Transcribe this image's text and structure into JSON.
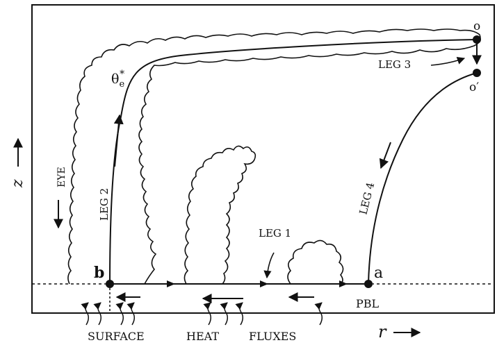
{
  "labels": {
    "point_o": "o",
    "point_o_prime": "o′",
    "point_a": "a",
    "point_b": "b",
    "theta": "θ",
    "theta_sub": "e",
    "theta_sup": "*",
    "leg1": "LEG 1",
    "leg2": "LEG 2",
    "leg3": "LEG 3",
    "leg4": "LEG 4",
    "eye": "EYE",
    "pbl": "PBL",
    "z_axis": "z",
    "r_axis": "r",
    "surface": "SURFACE",
    "heat": "HEAT",
    "fluxes": "FLUXES"
  },
  "colors": {
    "ink": "#111111",
    "background": "#ffffff"
  }
}
